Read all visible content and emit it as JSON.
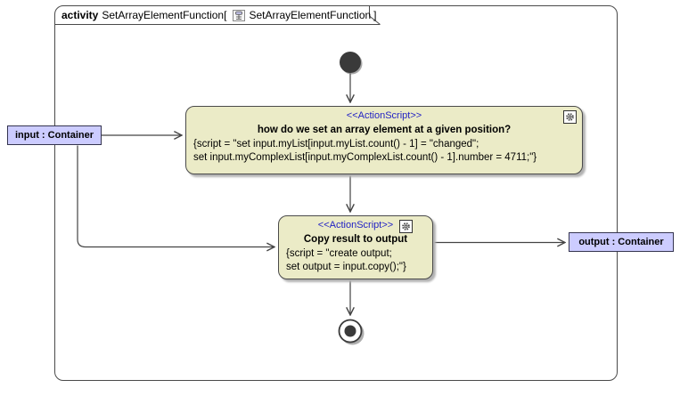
{
  "frame": {
    "keyword": "activity",
    "name": "SetArrayElementFunction",
    "bracket_open": "[",
    "diagram_name": "SetArrayElementFunction",
    "bracket_close": "]"
  },
  "nodes": {
    "action1": {
      "stereotype": "<<ActionScript>>",
      "title": "how do we set an array element at a given position?",
      "script_lines": [
        "{script = \"set input.myList[input.myList.count() - 1] = \"changed\";",
        "set input.myComplexList[input.myComplexList.count() - 1].number = 4711;\"}"
      ]
    },
    "action2": {
      "stereotype": "<<ActionScript>>",
      "title": "Copy result to output",
      "script_lines": [
        "{script = \"create output;",
        "set output = input.copy();\"}"
      ]
    }
  },
  "pins": {
    "input": {
      "label": "input : Container"
    },
    "output": {
      "label": "output : Container"
    }
  },
  "symbols": {
    "initial_node": "initial-node",
    "final_node": "activity-final-node",
    "gear_icon": "action-script-icon",
    "title_icon": "activity-diagram-icon"
  },
  "colors": {
    "background": "#ffffff",
    "frame_border": "#4a4a4a",
    "node_fill": "#ebebc7",
    "node_border": "#4a4a4a",
    "node_shadow": "#b2b2b2",
    "stereotype_text": "#2222c4",
    "pin_fill": "#ccccff",
    "pin_border": "#34344f",
    "edge": "#444444",
    "node_symbol": "#3a3a3a"
  }
}
